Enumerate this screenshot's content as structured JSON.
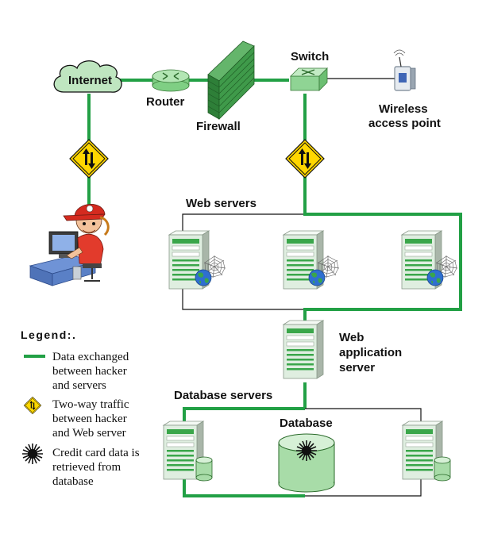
{
  "labels": {
    "internet": "Internet",
    "router": "Router",
    "firewall": "Firewall",
    "switch": "Switch",
    "wireless_line1": "Wireless",
    "wireless_line2": "access point",
    "web_servers": "Web servers",
    "web_app_line1": "Web",
    "web_app_line2": "application",
    "web_app_line3": "server",
    "database_servers": "Database servers",
    "database": "Database"
  },
  "legend": {
    "title": "Legend:.",
    "line_item": [
      "Data exchanged",
      "between hacker",
      "and servers"
    ],
    "sign_item": [
      "Two-way traffic",
      "between hacker",
      "and Web server"
    ],
    "burst_item": [
      "Credit card data is",
      "retrieved from",
      "database"
    ]
  },
  "colors": {
    "data_link": "#22a045",
    "plain_link": "#111111",
    "server_body": "#dfeee0",
    "server_accent": "#3aa64a",
    "sign_fill": "#ffd700",
    "cloud_fill": "#bfe6c0",
    "firewall": "#3f9a4a"
  },
  "icons": [
    "cloud-icon",
    "router-icon",
    "firewall-icon",
    "switch-icon",
    "wireless-ap-icon",
    "two-way-traffic-icon",
    "hacker-icon",
    "server-icon",
    "spider-web-icon",
    "globe-icon",
    "database-icon",
    "burst-icon"
  ]
}
